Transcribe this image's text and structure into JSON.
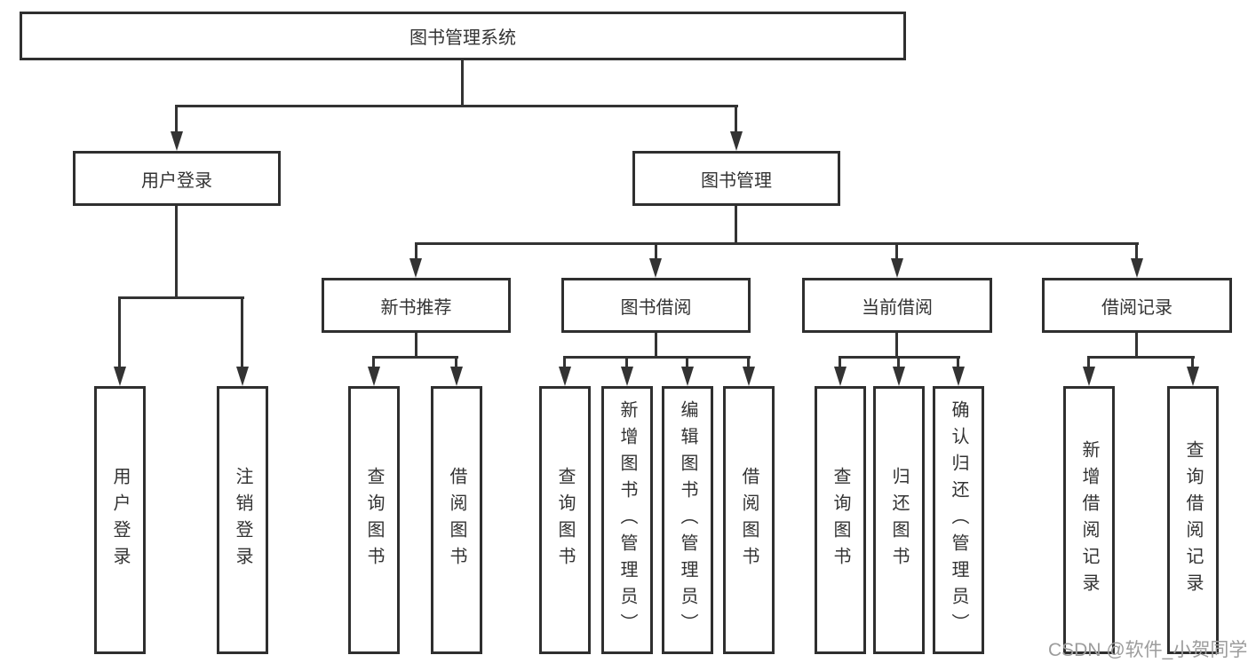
{
  "nodes": {
    "root": "图书管理系统",
    "userLogin": "用户登录",
    "bookMgmt": "图书管理",
    "newBookRec": "新书推荐",
    "bookBorrow": "图书借阅",
    "currentBorrow": "当前借阅",
    "borrowRecords": "借阅记录",
    "leafUserLogin": "用户登录",
    "leafLogout": "注销登录",
    "leafNbQuery": "查询图书",
    "leafNbBorrow": "借阅图书",
    "leafBbQuery": "查询图书",
    "leafBbAdd": "新增图书（管理员）",
    "leafBbEdit": "编辑图书（管理员）",
    "leafBbBorrow": "借阅图书",
    "leafCbQuery": "查询图书",
    "leafCbReturn": "归还图书",
    "leafCbConfirm": "确认归还（管理员）",
    "leafBrAdd": "新增借阅记录",
    "leafBrQuery": "查询借阅记录"
  },
  "watermark": "CSDN @软件_小贺同学",
  "colors": {
    "line": "#333333",
    "box_border": "#2f2f2f",
    "box_background": "#ffffff",
    "text": "#333333",
    "watermark": "#9c9c9c"
  }
}
